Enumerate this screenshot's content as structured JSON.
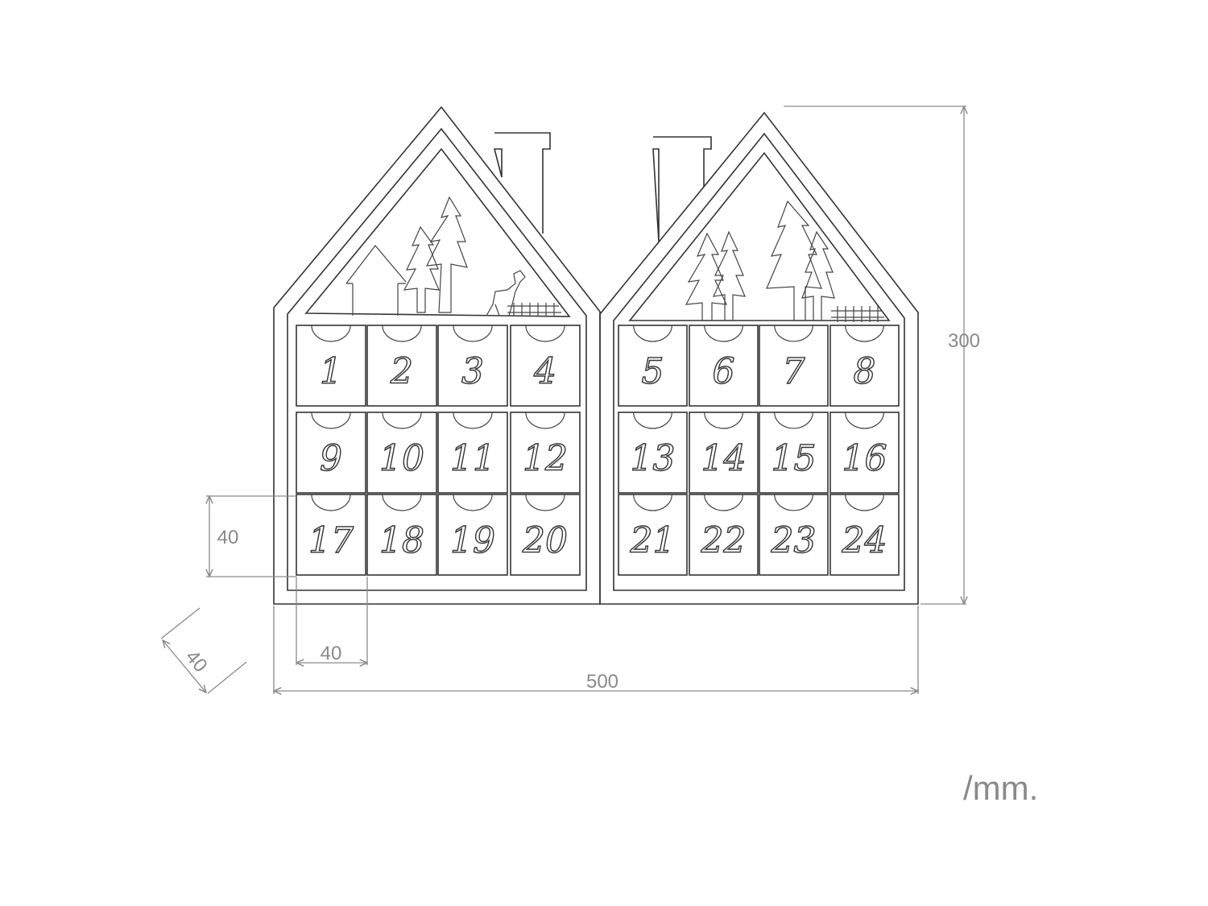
{
  "doors_left": [
    "1",
    "2",
    "3",
    "4",
    "9",
    "10",
    "11",
    "12",
    "17",
    "18",
    "19",
    "20"
  ],
  "doors_right": [
    "5",
    "6",
    "7",
    "8",
    "13",
    "14",
    "15",
    "16",
    "21",
    "22",
    "23",
    "24"
  ],
  "dimensions": {
    "width": "500",
    "height": "300",
    "door_height": "40",
    "door_width": "40",
    "depth": "40"
  },
  "unit_label": "/mm.",
  "colors": {
    "outline": "#333333",
    "dimension": "#8a8a8a"
  }
}
